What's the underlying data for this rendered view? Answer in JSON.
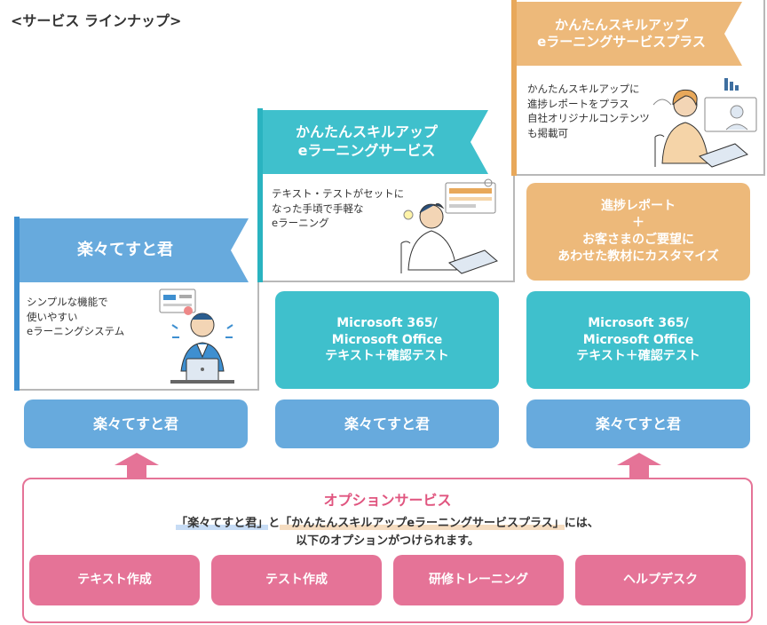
{
  "heading": "<サービス ラインナップ>",
  "plans": [
    {
      "name": "楽々てすと君",
      "description": [
        "シンプルな機能で",
        "使いやすい",
        "eラーニングシステム"
      ],
      "colors": {
        "accent": "#3e8fd0",
        "banner": "#67aadd"
      },
      "illustration": "businessman-laptop-icon"
    },
    {
      "name_lines": [
        "かんたんスキルアップ",
        "eラーニングサービス"
      ],
      "description": [
        "テキスト・テストがセットに",
        "なった手頃で手軽な",
        "eラーニング"
      ],
      "colors": {
        "accent": "#2ab3c0",
        "banner": "#3fc0cc"
      },
      "illustration": "man-laptop-icon"
    },
    {
      "name_lines": [
        "かんたんスキルアップ",
        "eラーニングサービスプラス"
      ],
      "description": [
        "かんたんスキルアップに",
        "進捗レポートをプラス",
        "自社オリジナルコンテンツ",
        "も掲載可"
      ],
      "colors": {
        "accent": "#e8a85a",
        "banner": "#edb97a"
      },
      "illustration": "woman-laptop-icon"
    }
  ],
  "columns": [
    {
      "base": "楽々てすと君"
    },
    {
      "content": [
        "Microsoft 365/",
        "Microsoft Office",
        "テキスト＋確認テスト"
      ],
      "base": "楽々てすと君"
    },
    {
      "extra": [
        "進捗レポート",
        "＋",
        "お客さまのご要望に",
        "あわせた教材にカスタマイズ"
      ],
      "content": [
        "Microsoft 365/",
        "Microsoft Office",
        "テキスト＋確認テスト"
      ],
      "base": "楽々てすと君"
    }
  ],
  "options": {
    "title": "オプションサービス",
    "text_parts": [
      "「楽々てすと君」",
      "と",
      "「かんたんスキルアップeラーニングサービスプラス」",
      "には、"
    ],
    "text_line2": "以下のオプションがつけられます。",
    "items": [
      "テキスト作成",
      "テスト作成",
      "研修トレーニング",
      "ヘルプデスク"
    ]
  },
  "colors": {
    "pink": "#e57397",
    "blue": "#67aadd",
    "teal": "#3fc0cc",
    "tan": "#edb97a"
  }
}
